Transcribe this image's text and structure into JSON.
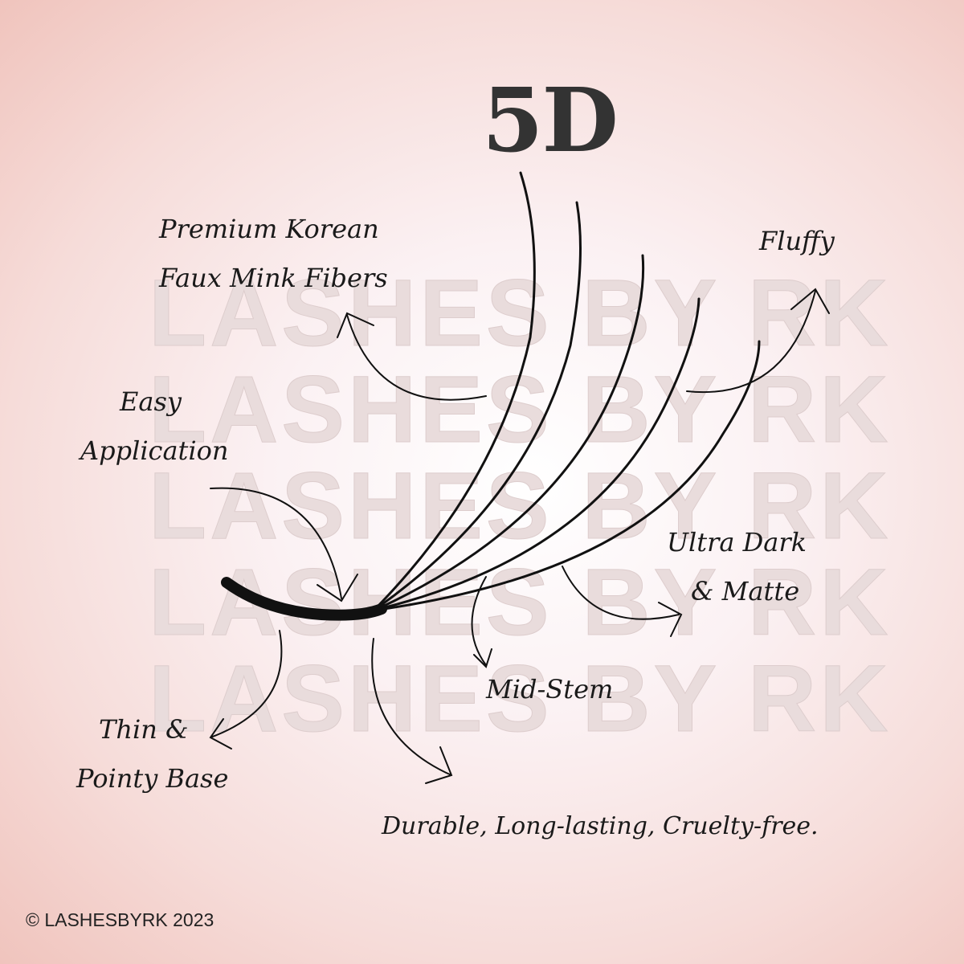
{
  "title": "5D",
  "watermark": [
    "LASHES BY RK",
    "LASHES BY RK",
    "LASHES BY RK",
    "LASHES BY RK",
    "LASHES BY RK"
  ],
  "labels": {
    "premium": [
      "Premium   Korean",
      "Faux Mink Fibers"
    ],
    "fluffy": "Fluffy",
    "easy": [
      "Easy",
      "Application"
    ],
    "ultra": [
      "Ultra Dark",
      "& Matte"
    ],
    "mid_stem": "Mid-Stem",
    "thin": [
      "Thin &",
      "Pointy Base"
    ],
    "durable": "Durable, Long-lasting, Cruelty-free."
  },
  "copyright": "© LASHESBYRK 2023"
}
